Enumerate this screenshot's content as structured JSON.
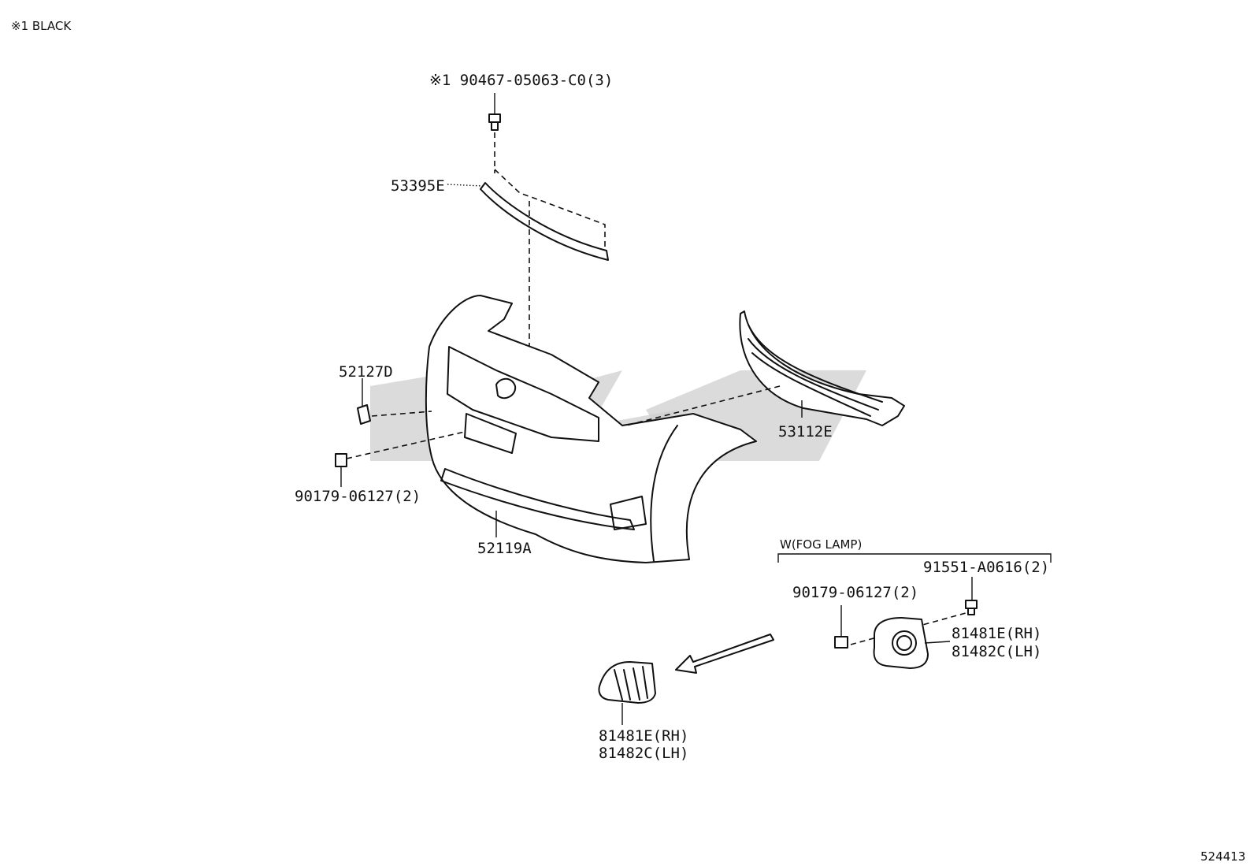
{
  "note": "※1 BLACK",
  "diagram_id": "524413",
  "fog_lamp_group": {
    "label": "W(FOG LAMP)"
  },
  "parts": {
    "clip_top": "※1 90467-05063-C0(3)",
    "molding": "53395E",
    "retainer": "52127D",
    "nut_left": "90179-06127(2)",
    "bumper_cover": "52119A",
    "grille": "53112E",
    "screw_fog": "91551-A0616(2)",
    "nut_fog": "90179-06127(2)",
    "fog_cover_main_rh": "81481E(RH)",
    "fog_cover_main_lh": "81482C(LH)",
    "fog_cover_alt_rh": "81481E(RH)",
    "fog_cover_alt_lh": "81482C(LH)"
  }
}
